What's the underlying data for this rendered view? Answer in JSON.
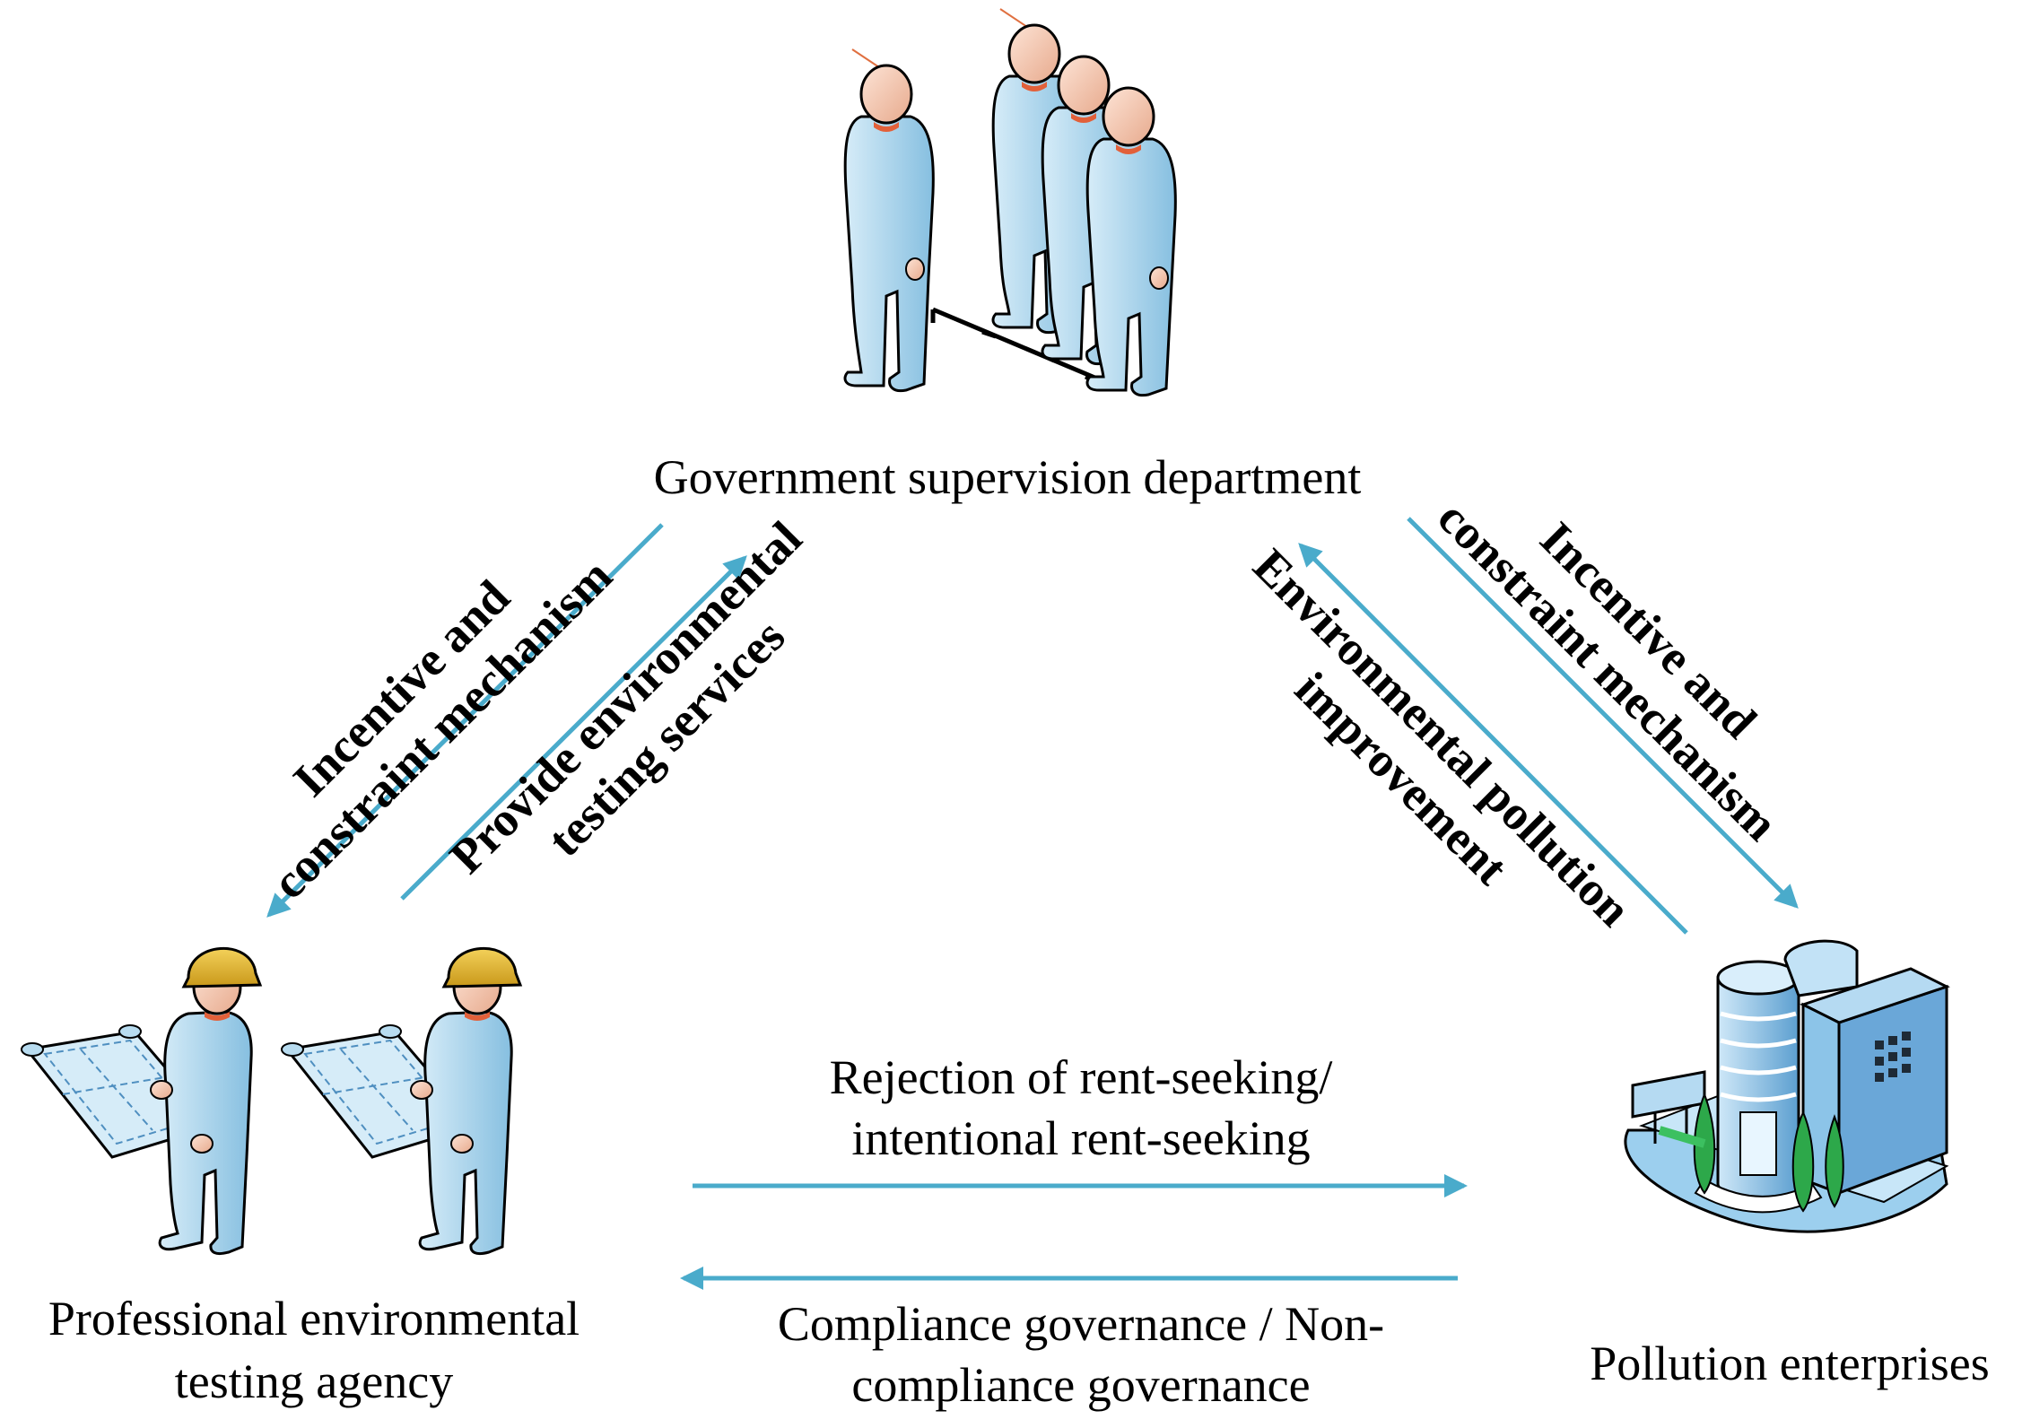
{
  "nodes": {
    "government": "Government supervision department",
    "agency": [
      "Professional environmental",
      "testing agency"
    ],
    "enterprises": "Pollution enterprises"
  },
  "edges": {
    "gov_to_agency": [
      "Incentive and",
      "constraint mechanism"
    ],
    "agency_to_gov": [
      "Provide environmental",
      "testing services"
    ],
    "gov_to_enterprise": [
      "Incentive and",
      "constraint mechanism"
    ],
    "enterprise_to_gov": [
      "Environmental pollution",
      "improvement"
    ],
    "agency_to_enterprise": [
      "Rejection of rent-seeking/",
      "intentional rent-seeking"
    ],
    "enterprise_to_agency": [
      "Compliance governance / Non-",
      "compliance governance"
    ]
  },
  "colors": {
    "arrow": "#4aabcb",
    "person_body": "#a8d4ec",
    "helmet": "#e0b42a",
    "building": "#8cc4e8",
    "tree": "#2da84a"
  },
  "icons": [
    "officials-group-icon",
    "surveyor-icon",
    "factory-building-icon"
  ]
}
